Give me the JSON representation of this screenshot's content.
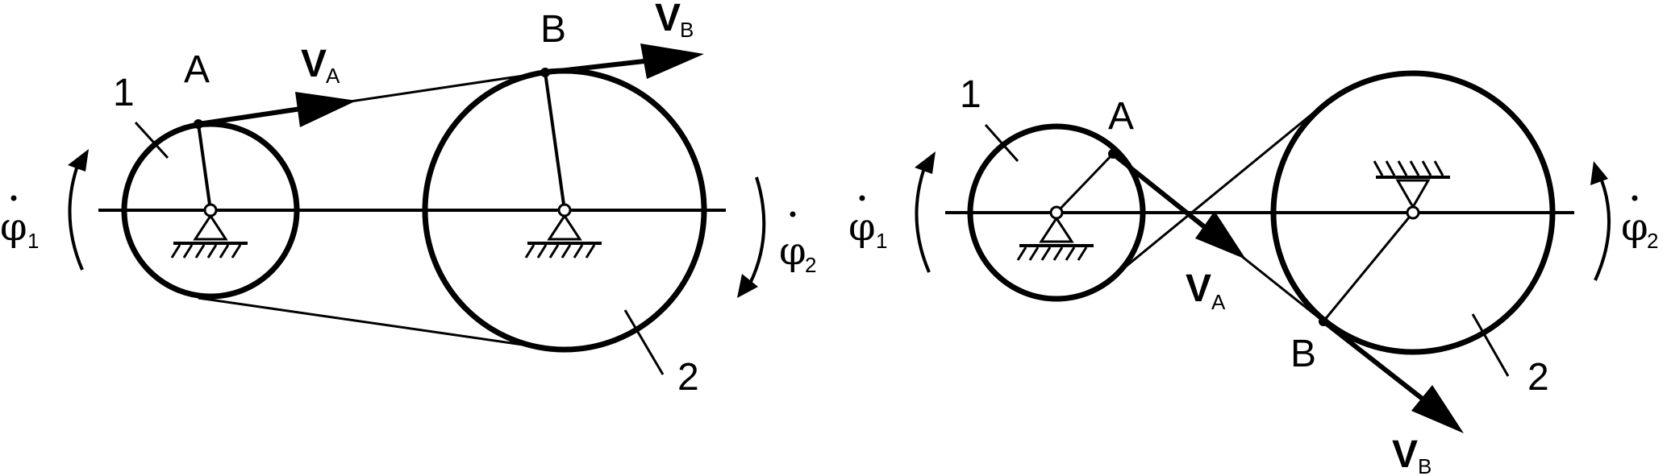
{
  "stroke_color": "#000000",
  "background_color": "#ffffff",
  "left": {
    "pulley1_label": "1",
    "pulley2_label": "2",
    "point_a": "A",
    "point_b": "B",
    "velocity_a": "V",
    "velocity_a_sub": "A",
    "velocity_b": "V",
    "velocity_b_sub": "B",
    "omega1": "φ",
    "omega1_sub": "1",
    "omega2": "φ",
    "omega2_sub": "2"
  },
  "right": {
    "pulley1_label": "1",
    "pulley2_label": "2",
    "point_a": "A",
    "point_b": "B",
    "velocity_a": "V",
    "velocity_a_sub": "A",
    "velocity_b": "V",
    "velocity_b_sub": "B",
    "omega1": "φ",
    "omega1_sub": "1",
    "omega2": "φ",
    "omega2_sub": "2"
  }
}
